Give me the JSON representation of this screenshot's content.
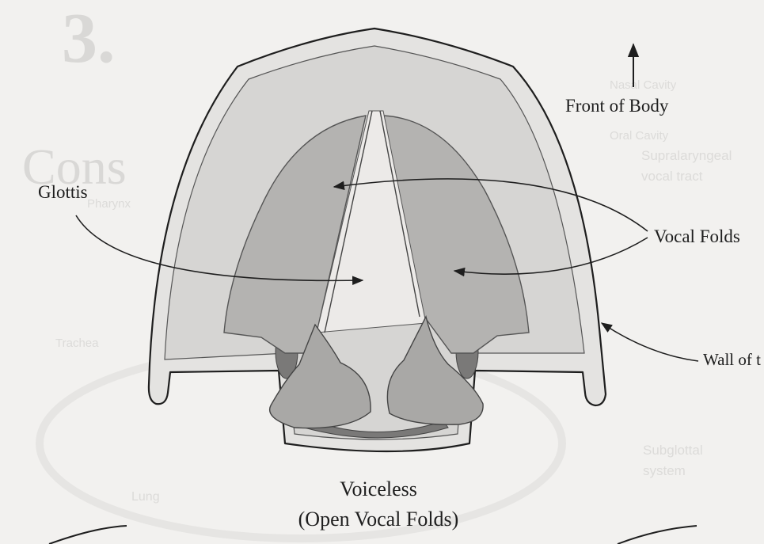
{
  "labels": {
    "front": "Front of Body",
    "glottis": "Glottis",
    "vocal_folds": "Vocal Folds",
    "wall": "Wall of t",
    "caption_line1": "Voiceless",
    "caption_line2": "(Open Vocal Folds)"
  },
  "bleed_through_text": {
    "chapter": "3.",
    "nasal": "Nasal Cavity",
    "oral": "Oral Cavity",
    "pharynx": "Pharynx",
    "supra_1": "Supralaryngeal",
    "supra_2": "vocal tract",
    "trachea": "Trachea",
    "sub_1": "Subglottal",
    "sub_2": "system",
    "lung": "Lung",
    "big_word": "Cons"
  },
  "colors": {
    "paper": "#f2f1ef",
    "outer_wall": "#e4e3e1",
    "cavity": "#d6d5d3",
    "fold": "#b4b3b1",
    "arytenoid": "#a9a8a6",
    "cartilage_dark": "#7a7978",
    "ink": "#1e1e1e"
  }
}
